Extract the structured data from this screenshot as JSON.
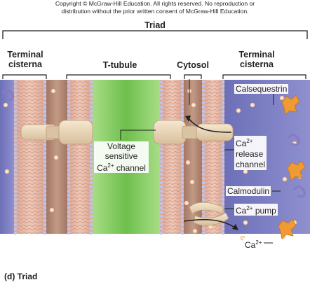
{
  "copyright": {
    "line1": "Copyright © McGraw-Hill Education. All rights reserved. No reproduction or",
    "line2": "distribution without the prior written consent of McGraw-Hill Education."
  },
  "figure": {
    "title": "Triad",
    "caption": "(d) Triad"
  },
  "region_labels": {
    "terminal_cisterna_left": [
      "Terminal",
      "cisterna"
    ],
    "t_tubule": "T-tubule",
    "cytosol": "Cytosol",
    "terminal_cisterna_right": [
      "Terminal",
      "cisterna"
    ]
  },
  "annotations": {
    "calsequestrin": "Calsequestrin",
    "voltage_channel": [
      "Voltage",
      "sensitive",
      "Ca",
      "2+",
      "channel"
    ],
    "release_channel": [
      "Ca",
      "2+",
      "release",
      "channel"
    ],
    "calmodulin": "Calmodulin",
    "ca_pump": [
      "Ca",
      "2+",
      "pump"
    ],
    "ca_ion": [
      "Ca",
      "2+"
    ]
  },
  "colors": {
    "membrane_lipid": "#e6b9a8",
    "membrane_head": "#bfc3ea",
    "t_tubule_lumen": "#8fcf6a",
    "cytosol": "#b88a76",
    "cisterna_lumen": "#7f82c4",
    "calsequestrin": "#ef9a33",
    "channel_protein": "#e9d5b7",
    "calmodulin": "#8a7ac2"
  }
}
